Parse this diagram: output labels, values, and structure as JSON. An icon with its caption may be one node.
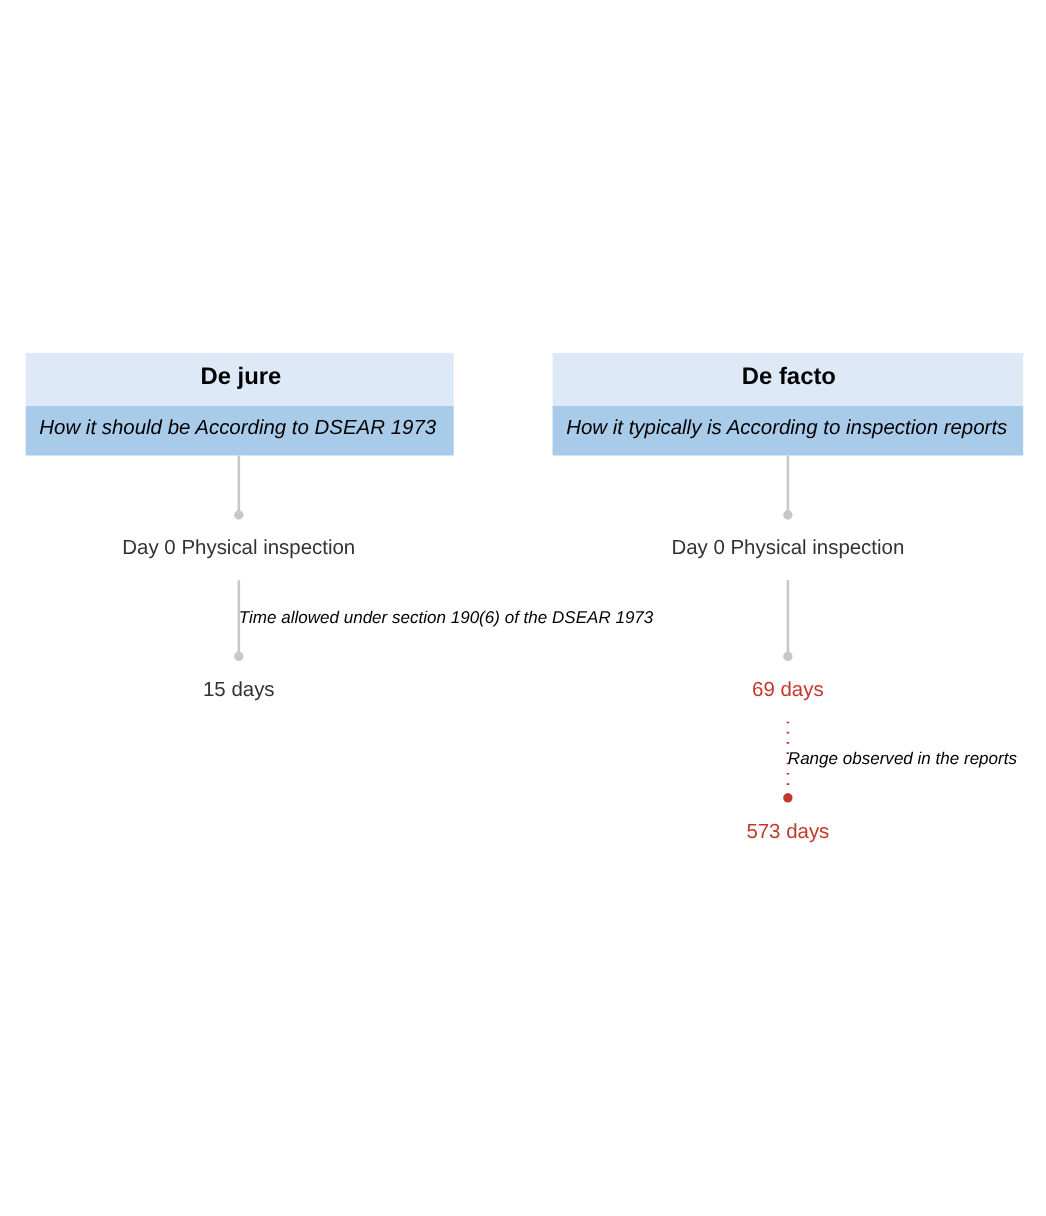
{
  "diagram": {
    "nodes": [
      {
        "text": [
          "De jure",
          "How it should be According to DSEAR 1973"
        ]
      },
      {
        "text": [
          "De facto",
          "How it typically is According to inspection reports"
        ]
      },
      {
        "text": [
          "Day 0 Physical inspection"
        ]
      },
      {
        "text": [
          "15 days"
        ]
      },
      {
        "text": [
          "Day 0 Physical inspection"
        ]
      },
      {
        "text": [
          "69 days"
        ]
      },
      {
        "text": [
          "573 days"
        ]
      }
    ],
    "edges": [
      {
        "from": 0,
        "to": 2,
        "arrow": "other"
      },
      {
        "from": 2,
        "to": 3,
        "arrow": "other",
        "label": "Time allowed under section 190(6) of the DSEAR 1973"
      },
      {
        "from": 1,
        "to": 4,
        "arrow": "other"
      },
      {
        "from": 4,
        "to": 5,
        "arrow": "other"
      },
      {
        "from": 5,
        "to": 6,
        "arrow": "other",
        "label": "Range observed in the reports",
        "style": "dashed",
        "color": "#c0392b"
      }
    ]
  }
}
